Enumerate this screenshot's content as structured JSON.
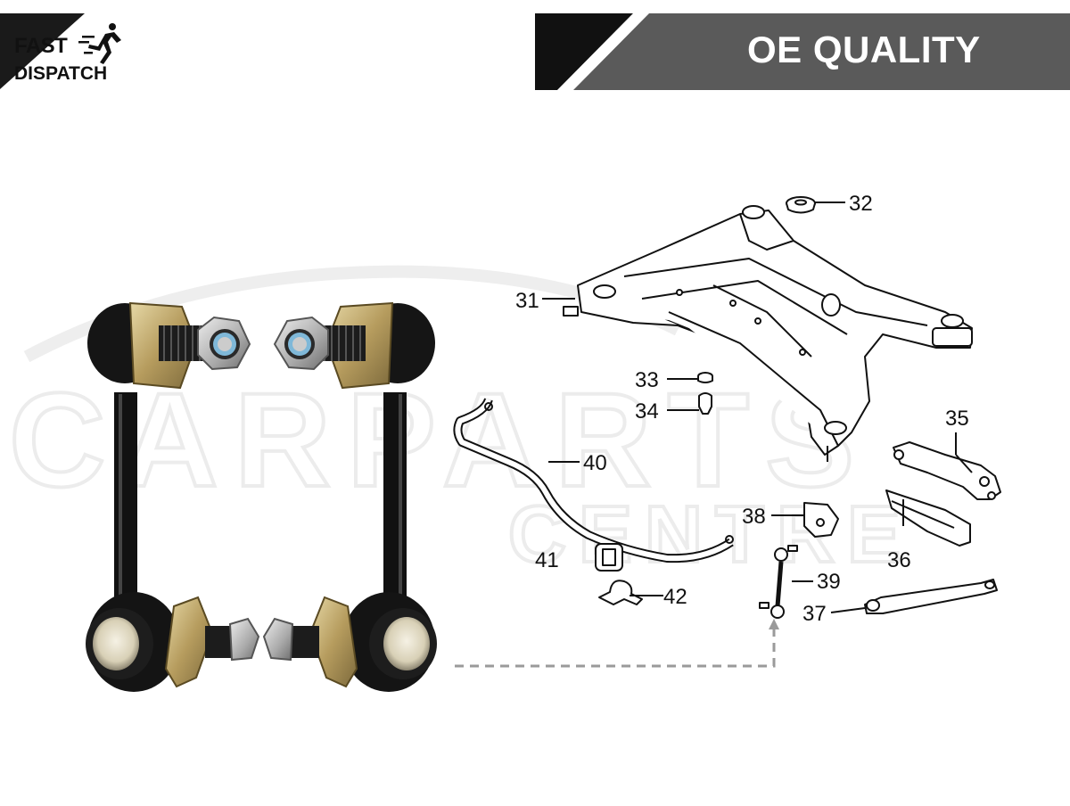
{
  "badge": {
    "line1": "FAST",
    "line2": "DISPATCH",
    "icon": "running-man-icon"
  },
  "banner": {
    "text": "OE QUALITY"
  },
  "watermark": {
    "line1": "CARPARTS",
    "line2": "CENTRE"
  },
  "diagram": {
    "callouts": [
      "31",
      "32",
      "33",
      "34",
      "35",
      "36",
      "37",
      "38",
      "39",
      "40",
      "41",
      "42"
    ]
  },
  "colors": {
    "banner_dark": "#111111",
    "banner_grey": "#5a5a5a",
    "connector_dash": "#9a9a9a",
    "link_zinc": "#c8b27a"
  }
}
